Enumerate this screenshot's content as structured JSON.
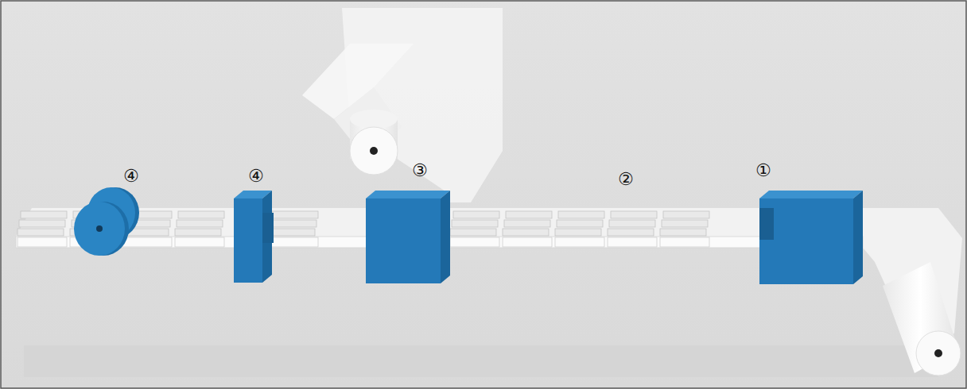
{
  "diagram": {
    "labels": [
      "④",
      "④",
      "③",
      "②",
      "①"
    ]
  }
}
